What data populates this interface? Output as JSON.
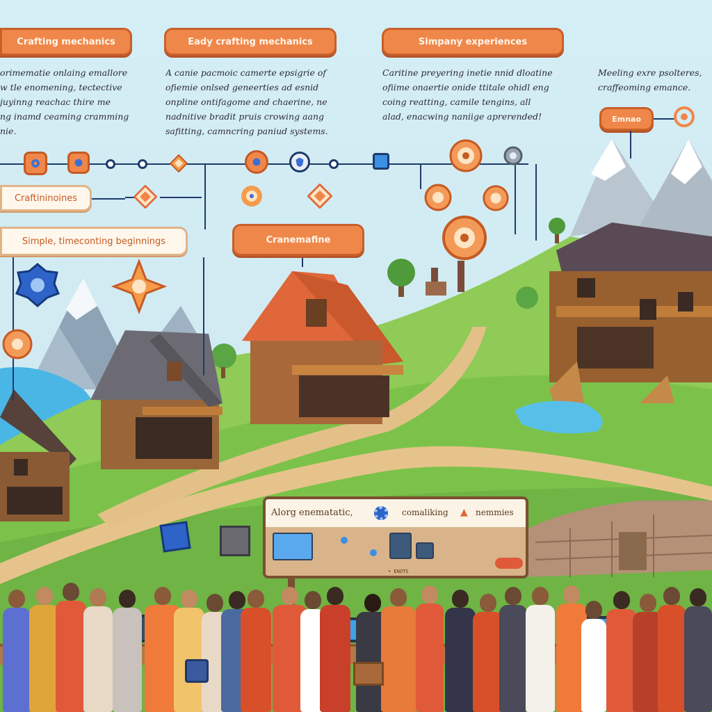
{
  "labels": {
    "top_left_pill": "Crafting mechanics",
    "top_middle_pill": "Eady crafting mechanics",
    "top_right_pill": "Simpany experiences",
    "left_pill_1": "Craftininoines",
    "left_pill_2": "Simple, timeconting beginnings",
    "center_pill": "Cranemafine",
    "right_small_pill": "Emnao"
  },
  "notes": {
    "left": "orimematie onlaing emallore\nw tle enomening, tectective\njuyinng reachac thire me\nng inamd ceaming cramming\nnie.",
    "middle": "A canie pacmoic camerte epsigrie of\nofiemie onlsed geneerties ad esnid\nonpline ontifagome and chaerine, ne\nnadnitive bradit pruis crowing aang\nsafitting, camncring paniud systems.",
    "right": "Caritine preyering inetie nnid dloatine\nofiime onaertie onide ttitale ohidl eng\ncoing reatting, camile tengins, all\nalad, enacwing naniige aprerended!",
    "far_right": "Meeling exre psolteres,\ncraffeoming emance."
  },
  "screen_panel": {
    "title": "Alorg enematatic,",
    "subtitle": "comaliking",
    "tail": "nemmies",
    "footer": "• ENOTS"
  },
  "colors": {
    "accent_orange": "#f0874a",
    "sky": "#cfe9f2",
    "grass": "#7cc24a",
    "path": "#e7c38c",
    "timeline": "#1d3a6a"
  },
  "icons": [
    "gear-icon",
    "diamond-icon",
    "shield-icon",
    "cube-icon",
    "flower-gear-icon"
  ]
}
